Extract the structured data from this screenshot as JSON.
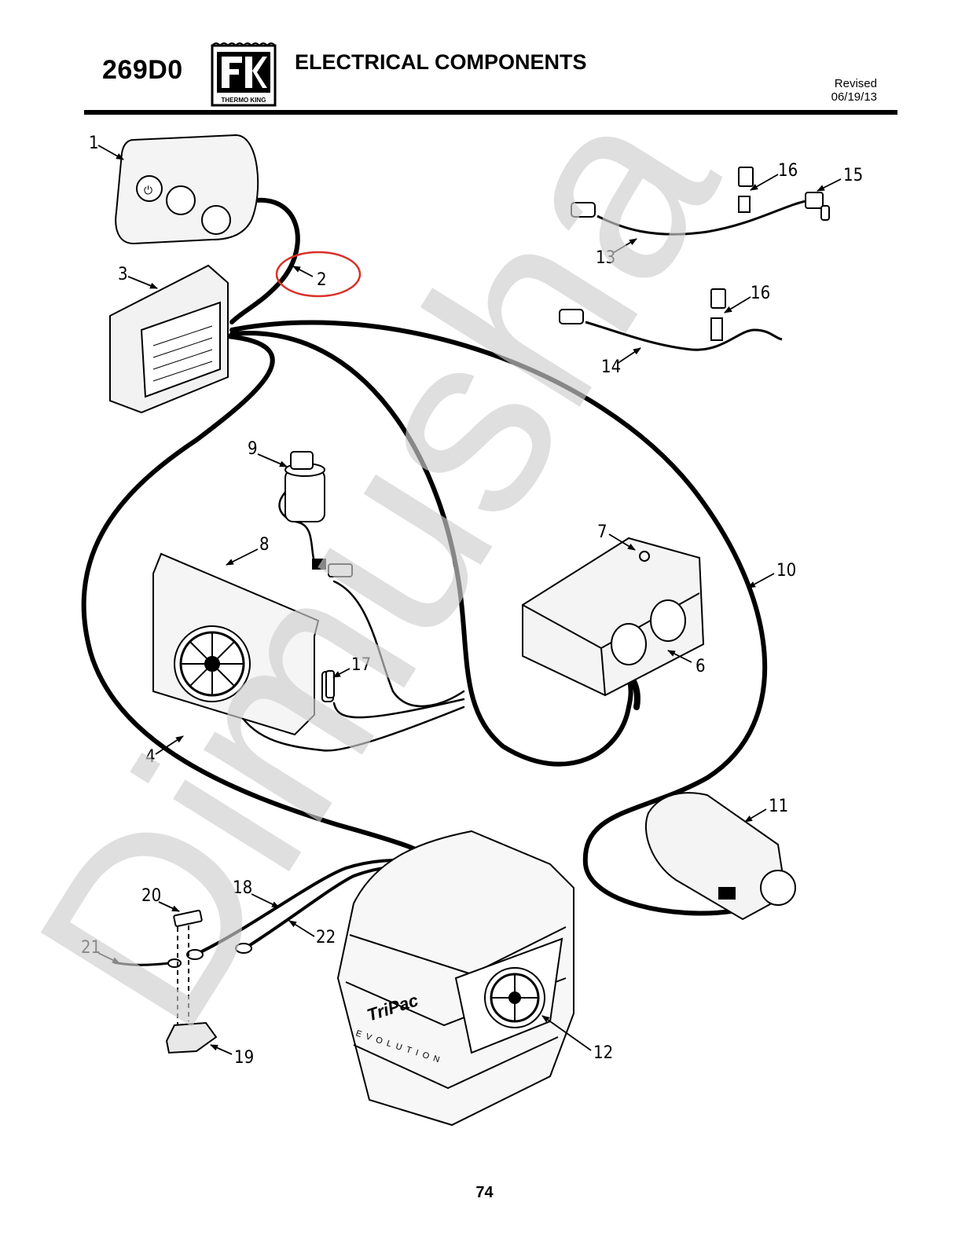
{
  "header": {
    "model": "269D0",
    "title": "ELECTRICAL COMPONENTS",
    "revised_label": "Revised",
    "revised_date": "06/19/13",
    "logo_caption": "THERMO KING"
  },
  "callouts": {
    "c1": "1",
    "c2": "2",
    "c3": "3",
    "c4": "4",
    "c6": "6",
    "c7": "7",
    "c8": "8",
    "c9": "9",
    "c10": "10",
    "c11": "11",
    "c12": "12",
    "c13": "13",
    "c14": "14",
    "c15": "15",
    "c16a": "16",
    "c16b": "16",
    "c17": "17",
    "c18": "18",
    "c19": "19",
    "c20": "20",
    "c21": "21",
    "c22": "22"
  },
  "unit_label": {
    "brand": "TriPac",
    "sub": "EVOLUTION"
  },
  "highlight_color": "#d9302a",
  "watermark": "Dimusha",
  "footer": {
    "page_number": "74"
  }
}
